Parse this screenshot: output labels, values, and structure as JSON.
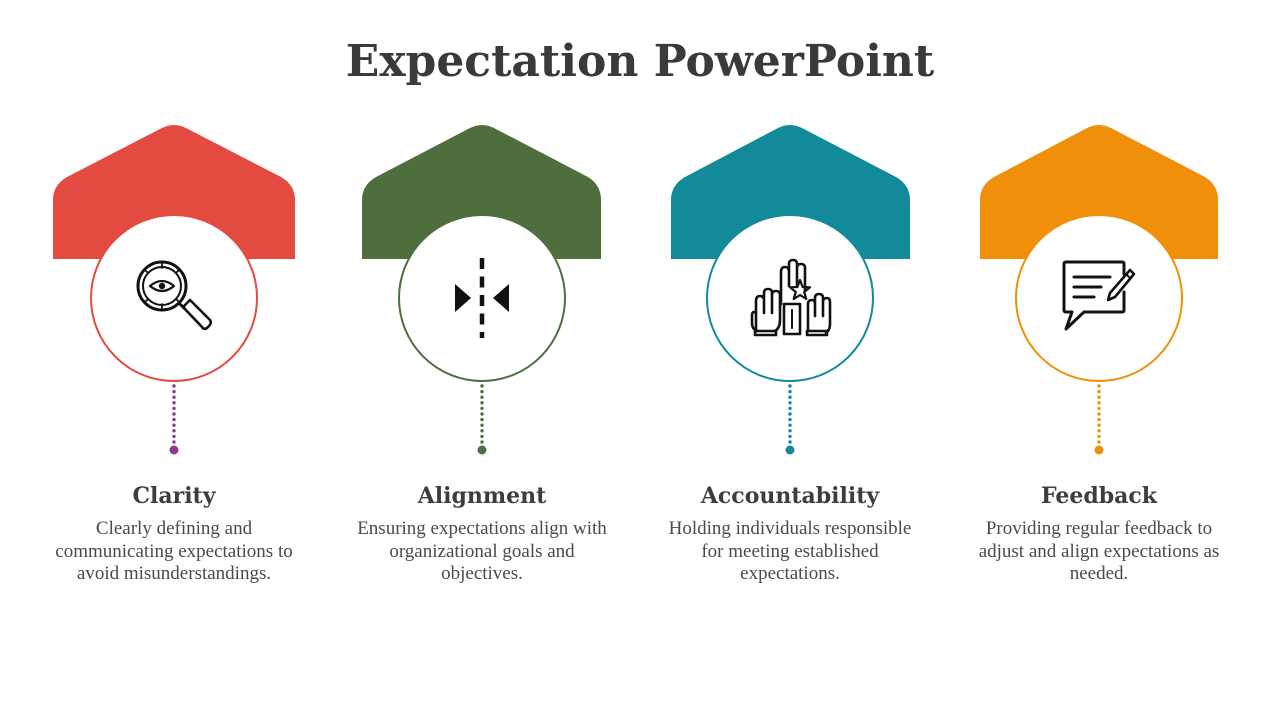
{
  "title": "Expectation PowerPoint",
  "cards": [
    {
      "heading": "Clarity",
      "description": "Clearly defining and communicating expectations to avoid misunderstandings.",
      "color": "#E34A40",
      "dot_color": "#8E3B8C",
      "icon": "magnifier-eye-icon"
    },
    {
      "heading": "Alignment",
      "description": "Ensuring expectations align with organizational goals and objectives.",
      "color": "#4F6E3D",
      "dot_color": "#4F6E3D",
      "icon": "align-center-icon"
    },
    {
      "heading": "Accountability",
      "description": "Holding individuals responsible for meeting established expectations.",
      "color": "#138A9A",
      "dot_color": "#138A9A",
      "icon": "raised-hands-icon"
    },
    {
      "heading": "Feedback",
      "description": "Providing regular feedback to adjust and align expectations as needed.",
      "color": "#F0900A",
      "dot_color": "#F0900A",
      "icon": "feedback-chat-icon"
    }
  ]
}
